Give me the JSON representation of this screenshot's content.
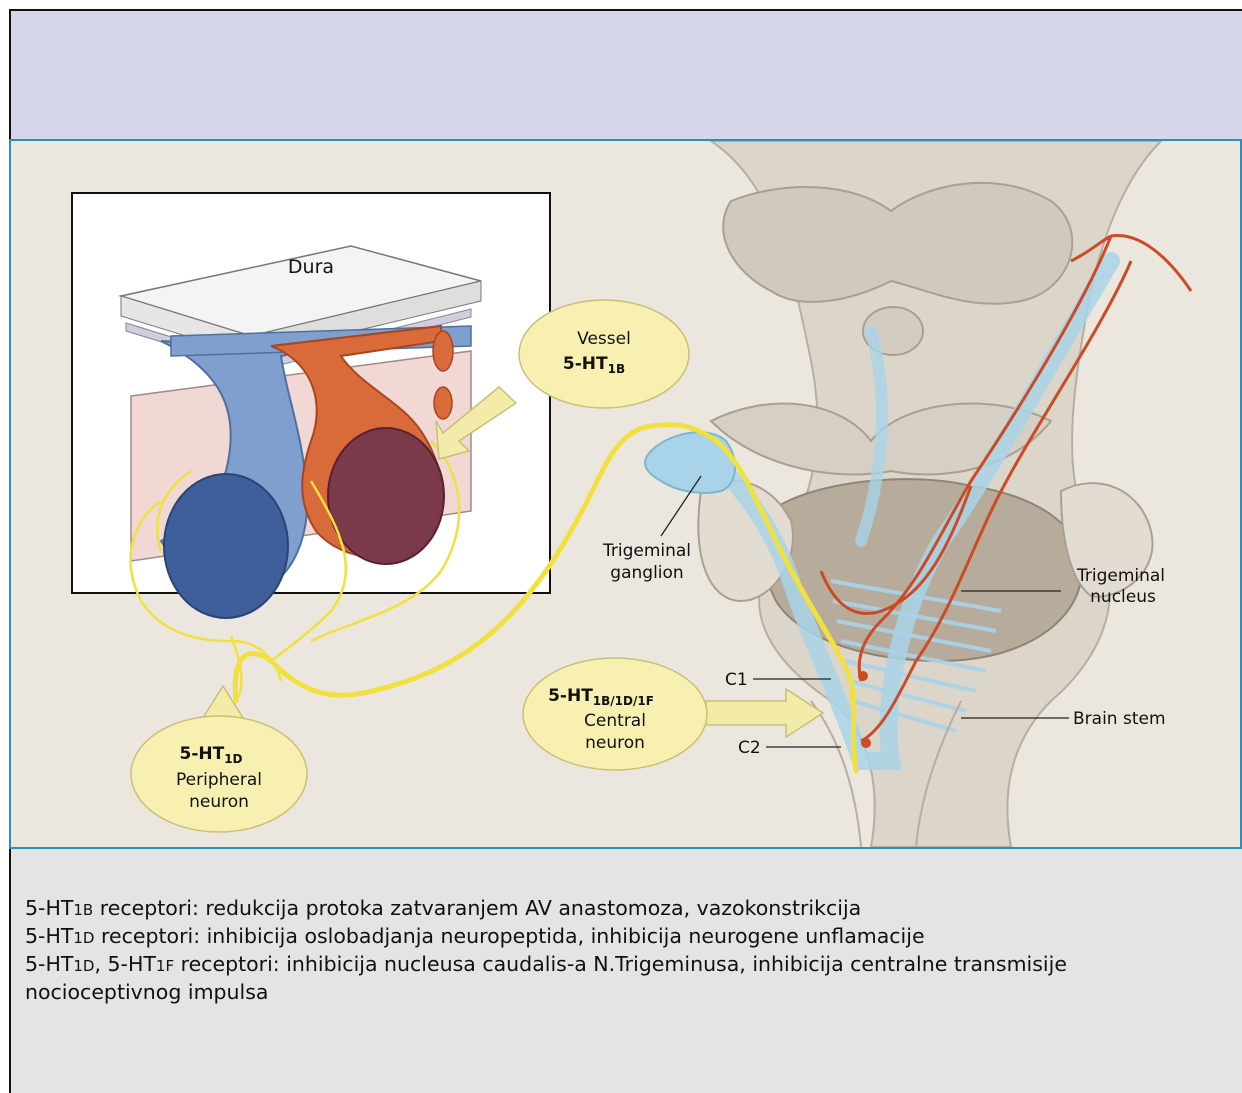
{
  "header": {
    "title": ""
  },
  "figure": {
    "labels": {
      "dura": "Dura",
      "vessel_line1": "Vessel",
      "vessel_main": "5-HT",
      "vessel_sub": "1B",
      "trigeminal_ganglion_line1": "Trigeminal",
      "trigeminal_ganglion_line2": "ganglion",
      "trigeminal_nucleus_line1": "Trigeminal",
      "trigeminal_nucleus_line2": "nucleus",
      "c1": "C1",
      "c2": "C2",
      "brain_stem": "Brain stem",
      "central_main": "5-HT",
      "central_sub": "1B/1D/1F",
      "central_line2": "Central",
      "central_line3": "neuron",
      "peripheral_main": "5-HT",
      "peripheral_sub": "1D",
      "peripheral_line2": "Peripheral",
      "peripheral_line3": "neuron"
    },
    "colors": {
      "background": "#ece7de",
      "vein": "#7f9fcf",
      "artery": "#d96a3a",
      "nerve": "#f0e040",
      "brainstem_blue": "#a9d3e8",
      "bubble": "#f7f0b0",
      "arrow": "#f3eca8"
    }
  },
  "caption": {
    "line1": {
      "pre": "5-HT",
      "sub": "1B",
      "rest": " receptori: redukcija protoka zatvaranjem AV anastomoza, vazokonstrikcija"
    },
    "line2": {
      "pre": "5-HT",
      "sub": "1D",
      "rest": " receptori: inhibicija oslobadjanja neuropeptida, inhibicija neurogene unflamacije"
    },
    "line3": {
      "pre": "5-HT",
      "sub": "1D",
      "mid": ", 5-HT",
      "sub2": "1F",
      "rest": " receptori: inhibicija nucleusa caudalis-a N.Trigeminusa, inhibicija centralne transmisije nocioceptivnog impulsa"
    }
  }
}
